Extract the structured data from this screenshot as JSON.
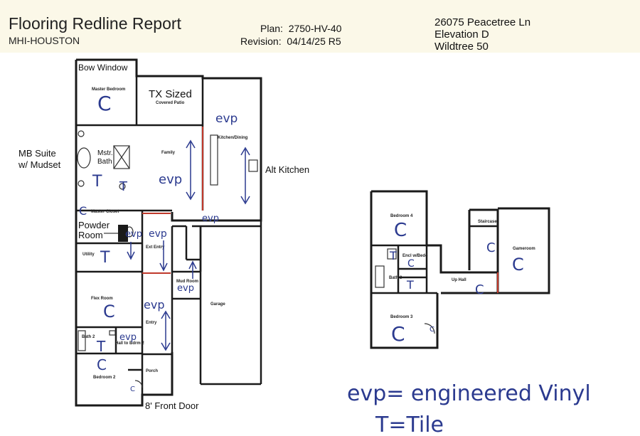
{
  "header": {
    "title": "Flooring Redline Report",
    "company": "MHI-HOUSTON",
    "plan_label": "Plan:",
    "plan_value": "2750-HV-40",
    "revision_label": "Revision:",
    "revision_value": "04/14/25 R5",
    "address": "26075 Peacetree Ln",
    "elevation": "Elevation D",
    "community": "Wildtree 50"
  },
  "callouts": {
    "bow_window": "Bow Window",
    "tx_sized": "TX Sized",
    "mb_suite_1": "MB Suite",
    "mb_suite_2": "w/ Mudset",
    "alt_kitchen": "Alt Kitchen",
    "powder_1": "Powder",
    "powder_2": "Room",
    "front_door": "8' Front Door"
  },
  "rooms": {
    "master_bedroom": "Master Bedroom",
    "covered_patio": "Covered Patio",
    "kitchen_dining": "Kitchen/Dining",
    "family": "Family",
    "mstr_bath_1": "Mstr.",
    "mstr_bath_2": "Bath",
    "master_closet": "Master Closet",
    "utility": "Utility",
    "ext_entry": "Ext Entry",
    "mud_room": "Mud Room",
    "garage": "Garage",
    "flex_room": "Flex Room",
    "entry": "Entry",
    "bath2": "Bath 2",
    "hall_to_bdrm2": "Hall to Bdrm 2",
    "bedroom2": "Bedroom 2",
    "porch": "Porch",
    "bedroom4": "Bedroom 4",
    "staircase": "Staircase",
    "gameroom": "Gameroom",
    "encl_w_bed4": "Encl w/Bed4",
    "bath3": "Bath 3",
    "up_hall": "Up Hall",
    "bedroom3": "Bedroom 3"
  },
  "handwriting": {
    "carpet": "C",
    "tile": "T",
    "evp": "evp",
    "legend_evp": "evp= engineered Vinyl",
    "legend_tile": "T=Tile"
  },
  "colors": {
    "wall": "#1a1a1a",
    "redline": "#c0392b",
    "ink": "#2b3a8f",
    "header_bg": "#fbf8e8"
  }
}
